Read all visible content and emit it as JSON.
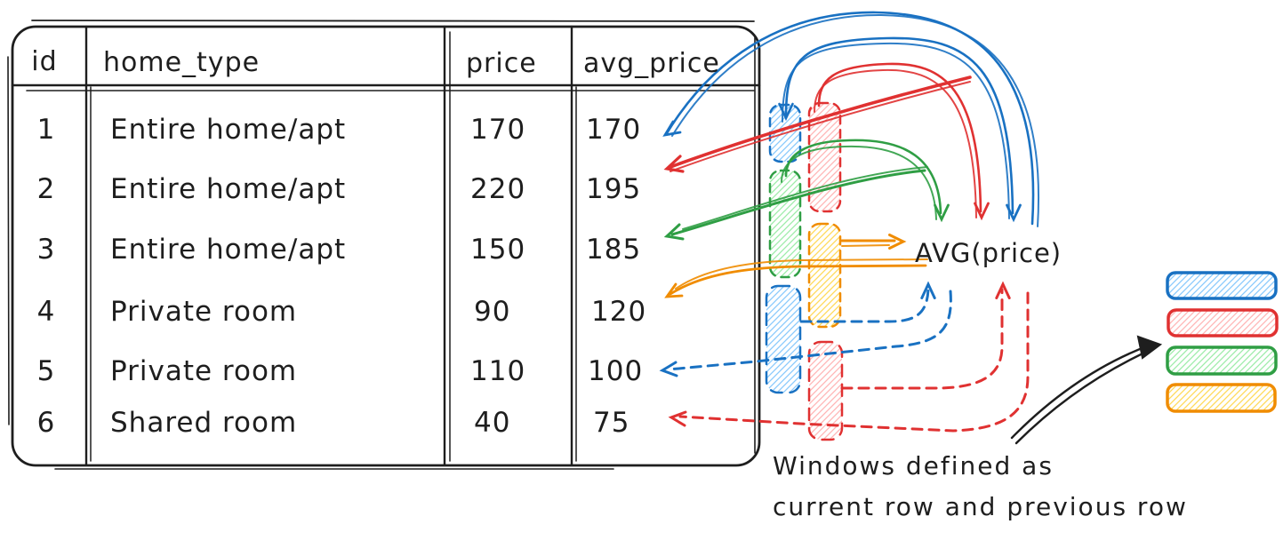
{
  "table": {
    "columns": [
      "id",
      "home_type",
      "price",
      "avg_price"
    ],
    "rows": [
      {
        "id": "1",
        "home_type": "Entire home/apt",
        "price": "170",
        "avg_price": "170"
      },
      {
        "id": "2",
        "home_type": "Entire home/apt",
        "price": "220",
        "avg_price": "195"
      },
      {
        "id": "3",
        "home_type": "Entire home/apt",
        "price": "150",
        "avg_price": "185"
      },
      {
        "id": "4",
        "home_type": "Private room",
        "price": "90",
        "avg_price": "120"
      },
      {
        "id": "5",
        "home_type": "Private room",
        "price": "110",
        "avg_price": "100"
      },
      {
        "id": "6",
        "home_type": "Shared room",
        "price": "40",
        "avg_price": "75"
      }
    ]
  },
  "labels": {
    "avg_function": "AVG(price)",
    "caption_line_1": "Windows defined as",
    "caption_line_2": "current row and previous row"
  },
  "colors": {
    "ink": "#1e1e1e",
    "blue": "#1971c2",
    "red": "#e03131",
    "green": "#2f9e44",
    "orange": "#f08c00"
  },
  "legend": {
    "swatches": [
      "#1971c2",
      "#e03131",
      "#2f9e44",
      "#f08c00"
    ]
  }
}
